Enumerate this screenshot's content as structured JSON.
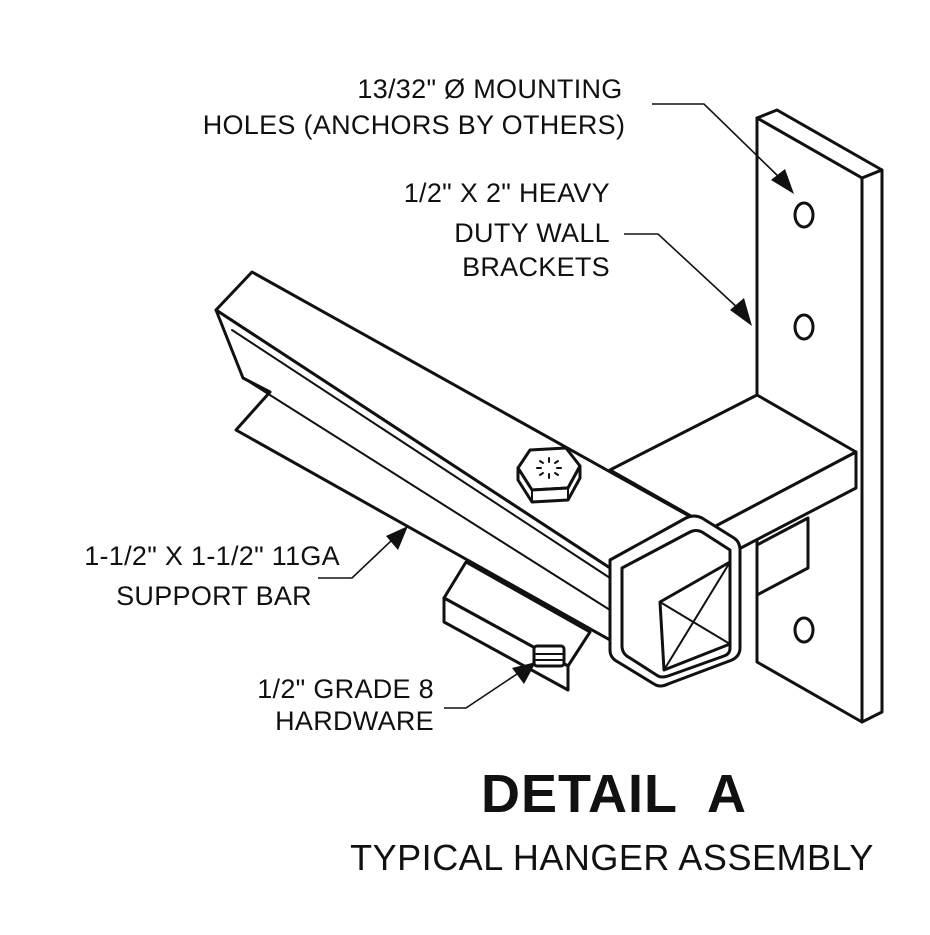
{
  "drawing": {
    "callouts": {
      "mounting_holes": [
        "13/32\" Ø MOUNTING",
        "HOLES (ANCHORS BY OTHERS)"
      ],
      "wall_brackets": [
        "1/2\" X 2\" HEAVY",
        "DUTY WALL",
        "BRACKETS"
      ],
      "support_bar": [
        "1-1/2\" X 1-1/2\" 11GA",
        "SUPPORT BAR"
      ],
      "hardware": [
        "1/2\" GRADE 8",
        "HARDWARE"
      ]
    },
    "title": "DETAIL  A",
    "subtitle": "TYPICAL HANGER ASSEMBLY"
  }
}
